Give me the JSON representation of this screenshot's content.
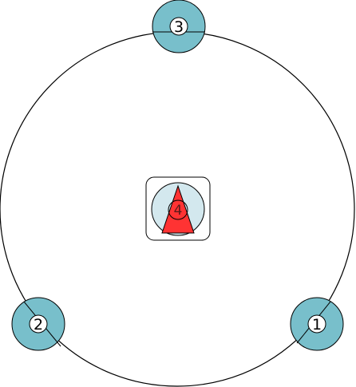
{
  "diagram": {
    "colors": {
      "node_fill": "#78bfcb",
      "node_inner": "#ffffff",
      "center_disc": "#d3e8ee",
      "pointer_fill": "#ff3333",
      "stroke": "#000000"
    },
    "nodes": [
      {
        "id": "node-1",
        "label": "1",
        "icon": "numbered-node"
      },
      {
        "id": "node-2",
        "label": "2",
        "icon": "numbered-node"
      },
      {
        "id": "node-3",
        "label": "3",
        "icon": "numbered-node"
      }
    ],
    "center": {
      "label": "4",
      "icon": "cone-pointer-icon"
    }
  }
}
